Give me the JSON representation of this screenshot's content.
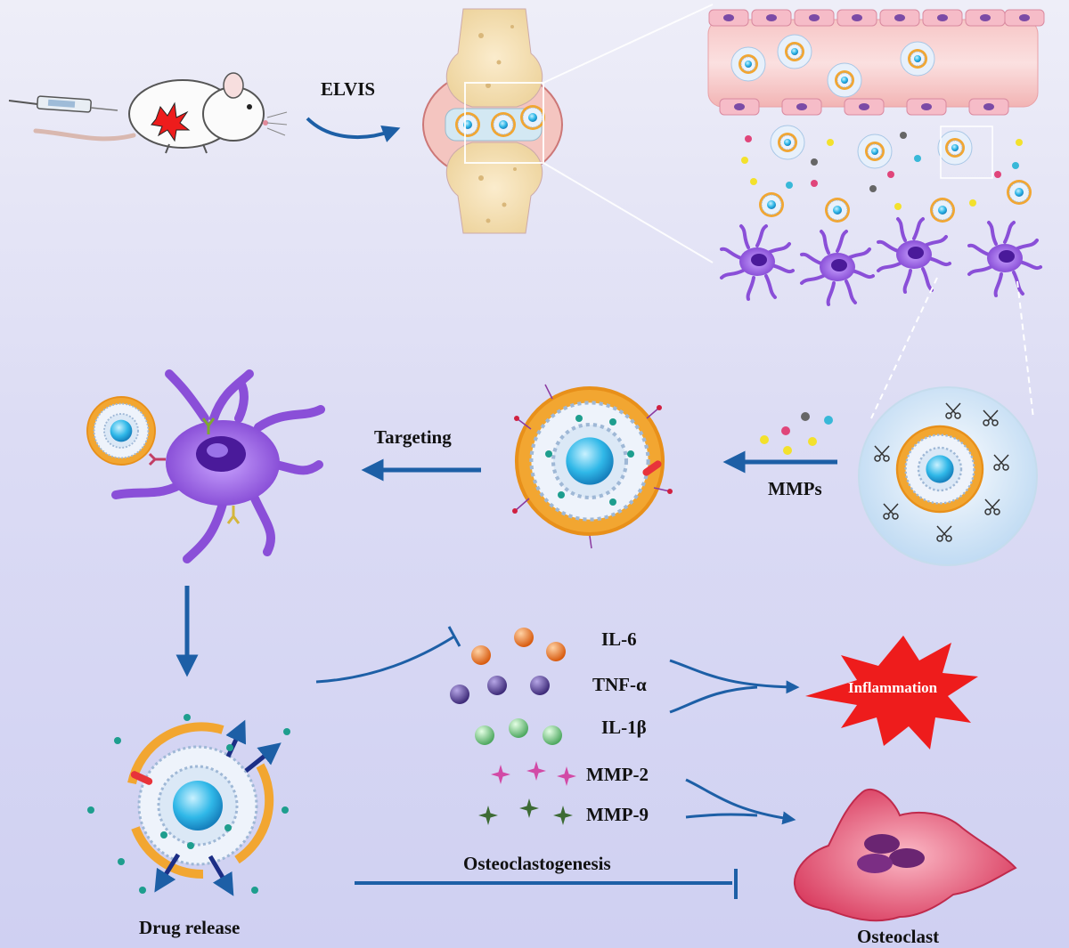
{
  "labels": {
    "elvis": "ELVIS",
    "targeting": "Targeting",
    "mmps": "MMPs",
    "il6": "IL-6",
    "tnfa": "TNF-α",
    "il1b": "IL-1β",
    "mmp2": "MMP-2",
    "mmp9": "MMP-9",
    "inflammation": "Inflammation",
    "osteoclastogenesis": "Osteoclastogenesis",
    "drug_release": "Drug release",
    "osteoclast": "Osteoclast"
  },
  "colors": {
    "arrow": "#1d5fa6",
    "inflammation_burst": "#ee1c1c",
    "macrophage": "#8a4fd8",
    "nanoparticle_shell": "#f2a631",
    "nanoparticle_core": "#30b8e8",
    "osteoclast": "#e8506e",
    "il6_sphere": "#ee7a1f",
    "tnfa_sphere": "#5a3f9a",
    "il1b_sphere": "#6cc27e",
    "mmp2_star": "#d24aa6",
    "mmp9_star": "#3d6b34"
  },
  "icons": [
    "syringe-icon",
    "mouse-icon",
    "joint-icon",
    "blood-vessel-icon",
    "macrophage-icon",
    "nanoparticle-icon",
    "scissors-icon",
    "osteoclast-icon",
    "inflammation-burst-icon"
  ]
}
